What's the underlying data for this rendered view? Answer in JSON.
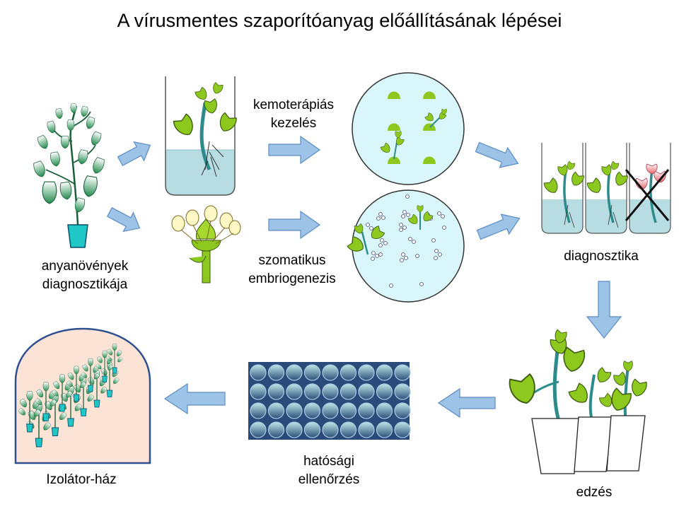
{
  "title": "A vírusmentes szaporítóanyag előállításának lépései",
  "labels": {
    "mother_line1": "anyanövények",
    "mother_line2": "diagnosztikája",
    "chemo_line1": "kemoterápiás",
    "chemo_line2": "kezelés",
    "somatic_line1": "szomatikus",
    "somatic_line2": "embriogenezis",
    "diagnostics": "diagnosztika",
    "hardening": "edzés",
    "official_line1": "hatósági",
    "official_line2": "ellenőrzés",
    "isolator": "Izolátor-ház"
  },
  "colors": {
    "arrow_fill": "#9dc3e6",
    "arrow_stroke": "#5b8cc4",
    "leaf_green": "#8cc81e",
    "stem_teal": "#2e8b8b",
    "pot_cyan": "#1fc7c7",
    "liquid": "#b7dde3",
    "dish": "#d9f7fa",
    "isolator_bg": "#fbe4d5",
    "isolator_border": "#2f4f8f",
    "reject_pink": "#f4a6b0"
  },
  "icons": [
    "mother-plant-icon",
    "test-tube-icon",
    "flower-icon",
    "petri-dish-icon",
    "reject-cross-icon",
    "pot-icon",
    "well-plate-icon",
    "greenhouse-icon"
  ]
}
